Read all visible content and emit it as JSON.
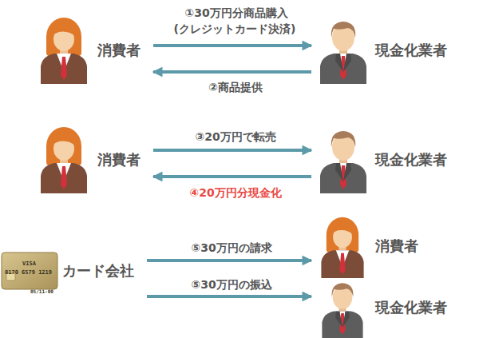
{
  "diagram": {
    "nodes": [
      {
        "text": [
          "消費者"
        ]
      },
      {
        "text": [
          "現金化業者"
        ]
      },
      {
        "text": [
          "消費者"
        ]
      },
      {
        "text": [
          "現金化業者"
        ]
      },
      {
        "text": [
          "カード会社"
        ]
      },
      {
        "text": [
          "消費者"
        ]
      },
      {
        "text": [
          "現金化業者"
        ]
      }
    ],
    "edges": [
      {
        "from": 0,
        "to": 1,
        "arrow": "to",
        "label": "①30万円分商品購入 (クレジットカード決済)"
      },
      {
        "from": 1,
        "to": 0,
        "arrow": "to",
        "label": "②商品提供"
      },
      {
        "from": 2,
        "to": 3,
        "arrow": "to",
        "label": "③20万円で転売"
      },
      {
        "from": 3,
        "to": 2,
        "arrow": "to",
        "label": "④20万円分現金化"
      },
      {
        "from": 4,
        "to": 5,
        "arrow": "to",
        "label": "⑤30万円の請求"
      },
      {
        "from": 4,
        "to": 6,
        "arrow": "to",
        "label": "⑤30万円の振込"
      }
    ],
    "labels": [
      "VISA",
      "0170 6579 1219",
      "05/11-00"
    ]
  }
}
